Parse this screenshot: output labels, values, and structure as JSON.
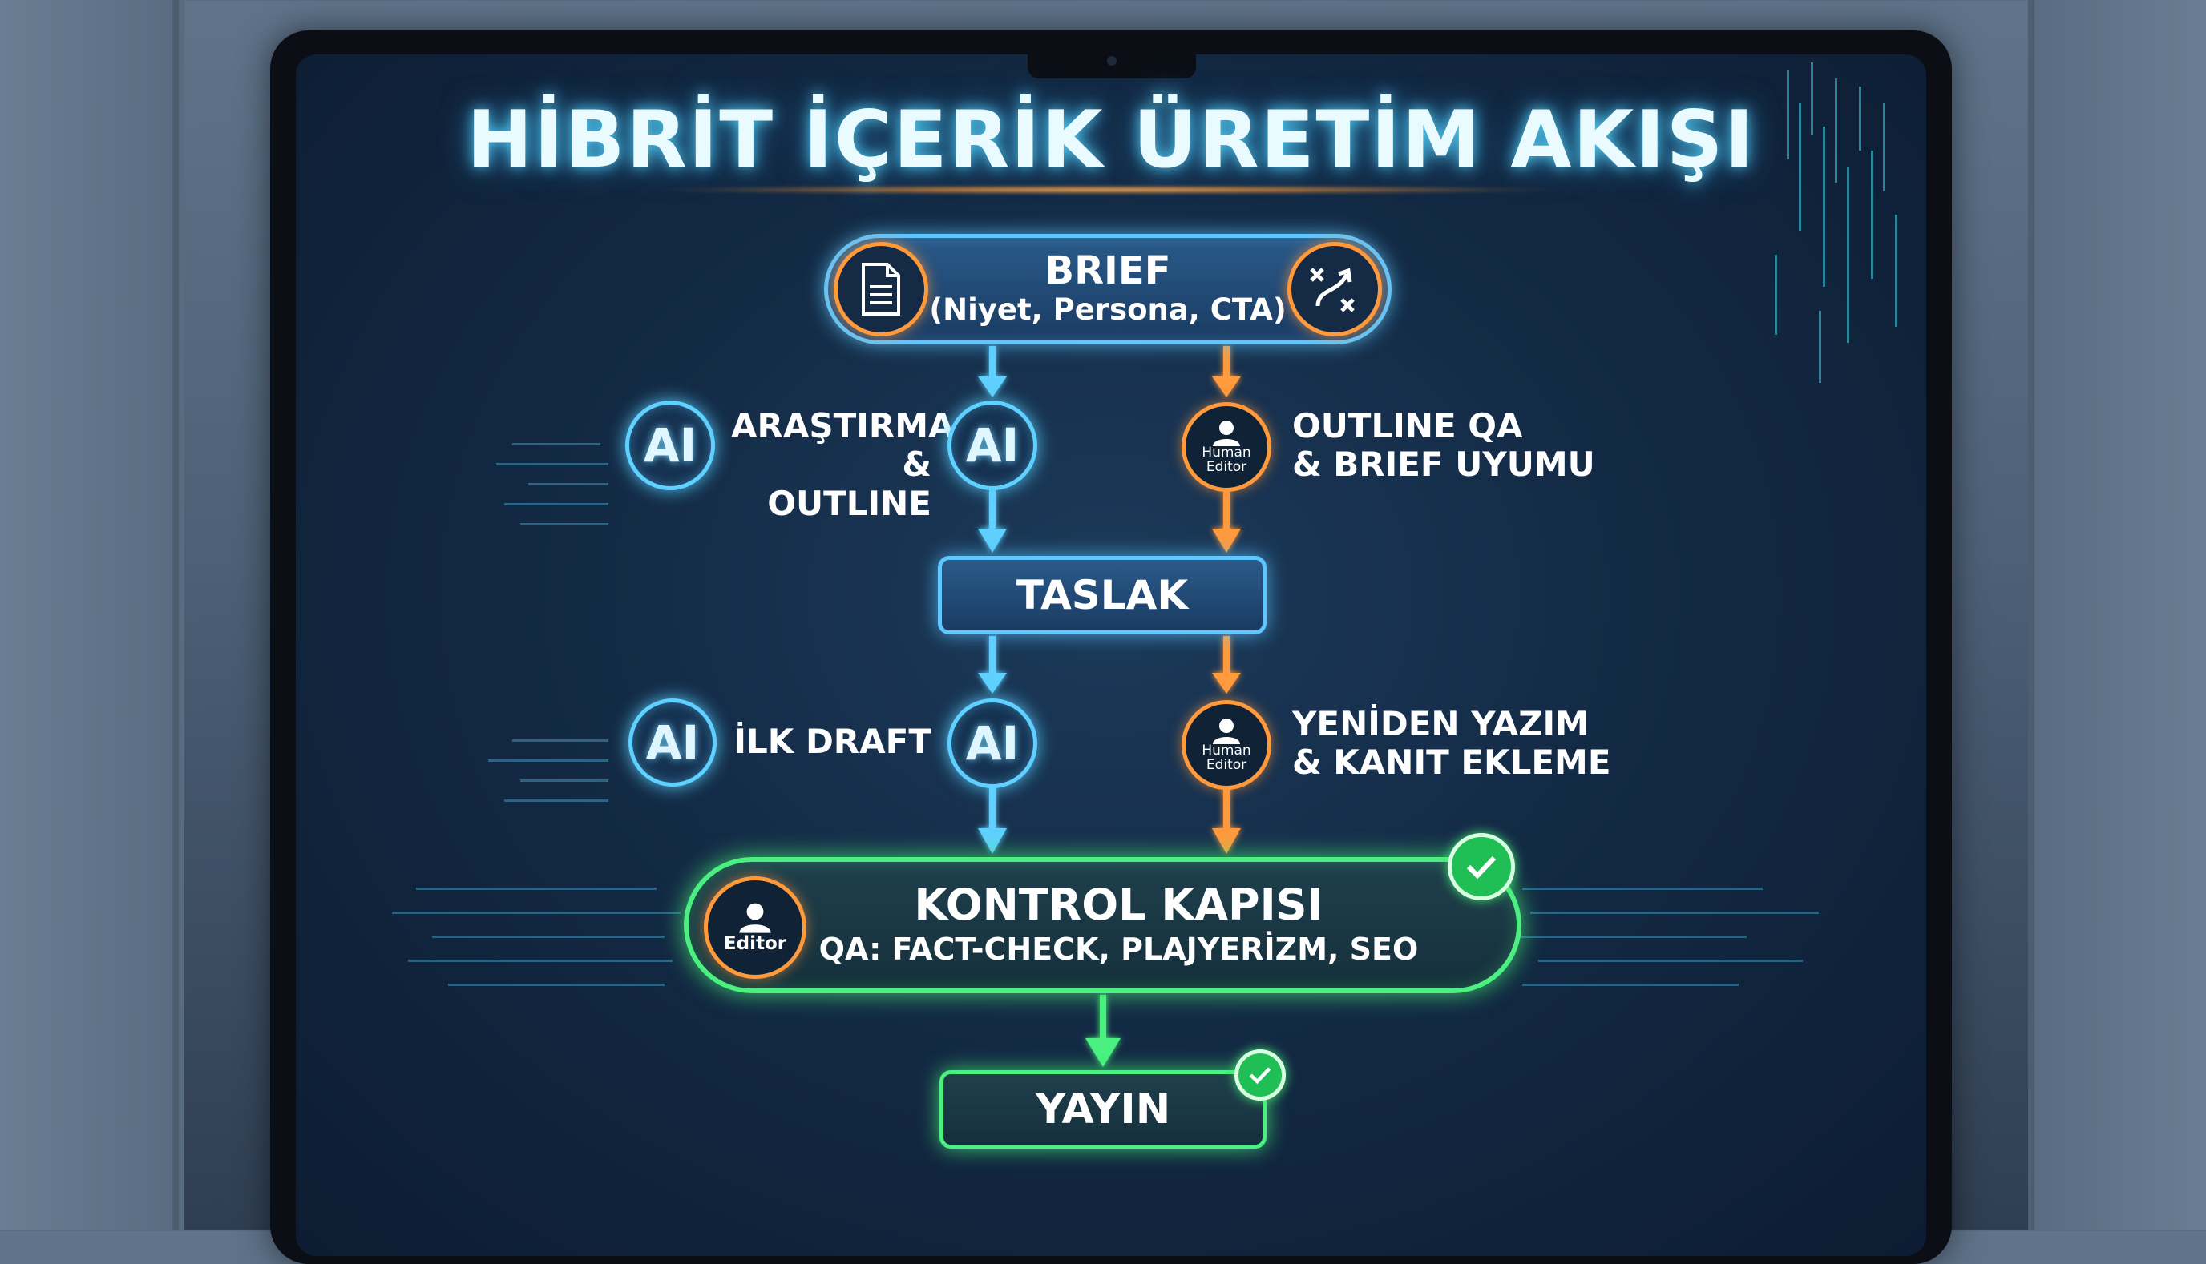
{
  "title": "HİBRİT İÇERİK ÜRETİM AKIŞI",
  "brief": {
    "title": "BRIEF",
    "subtitle": "(Niyet, Persona, CTA)",
    "left_icon": "document-icon",
    "right_icon": "strategy-icon"
  },
  "step1": {
    "ai_label_line1": "ARAŞTIRMA",
    "ai_label_line2": "& OUTLINE",
    "human_label_line1": "OUTLINE QA",
    "human_label_line2": "& BRIEF UYUMU"
  },
  "taslak": {
    "label": "TASLAK"
  },
  "step2": {
    "ai_label": "İLK DRAFT",
    "human_label_line1": "YENİDEN YAZIM",
    "human_label_line2": "& KANIT EKLEME"
  },
  "badges": {
    "ai": "AI",
    "human_line1": "Human",
    "human_line2": "Editor",
    "editor": "Editor"
  },
  "kontrol": {
    "title": "KONTROL KAPISI",
    "subtitle": "QA: FACT-CHECK, PLAJYERİZM, SEO"
  },
  "yayin": {
    "label": "YAYIN"
  },
  "colors": {
    "ai_blue": "#5fc6ff",
    "human_orange": "#ff9a3c",
    "qa_green": "#4cf080"
  }
}
